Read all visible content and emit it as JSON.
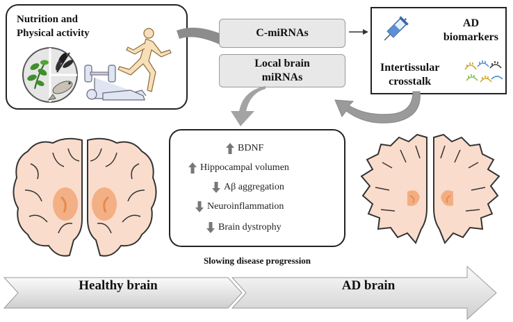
{
  "lifestyle": {
    "title_line1": "Nutrition and",
    "title_line2": "Physical activity"
  },
  "mirnas": {
    "circulating": "C-miRNAs",
    "local_line1": "Local brain",
    "local_line2": "miRNAs"
  },
  "biomarkers": {
    "ad_line1": "AD",
    "ad_line2": "biomarkers",
    "crosstalk_line1": "Intertissular",
    "crosstalk_line2": "crosstalk"
  },
  "effects": [
    {
      "direction": "up",
      "text": "BDNF"
    },
    {
      "direction": "up",
      "text": "Hippocampal volumen"
    },
    {
      "direction": "down",
      "text": "Aβ aggregation"
    },
    {
      "direction": "down",
      "text": "Neuroinflammation"
    },
    {
      "direction": "down",
      "text": "Brain dystrophy"
    }
  ],
  "outcome": "Slowing disease progression",
  "progression": {
    "healthy": "Healthy brain",
    "ad": "AD brain"
  },
  "colors": {
    "brain_fill": "#f9dccc",
    "hippocampus": "#f2a878",
    "arrow_gray": "#8c8c8c",
    "pill_bg": "#e8e8e8"
  },
  "icons": [
    "plant-icon",
    "herb-icon",
    "fish-icon",
    "weightlifting-icon",
    "runner-icon",
    "syringe-icon",
    "mirna-strands-icon"
  ]
}
